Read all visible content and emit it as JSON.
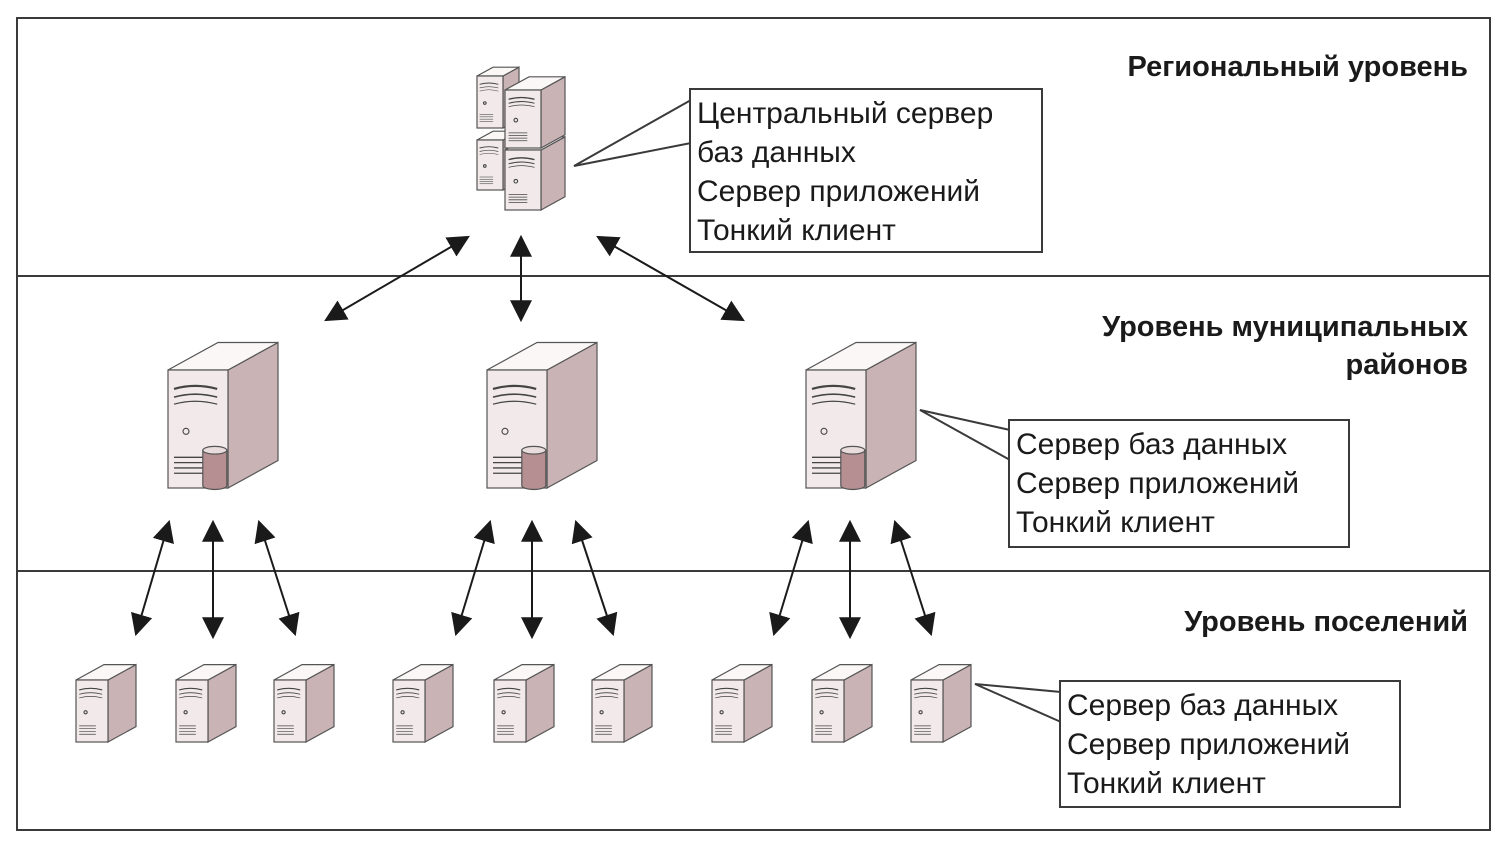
{
  "levels": {
    "regional": {
      "title": "Региональный уровень"
    },
    "municipal": {
      "title_line1": "Уровень муниципальных",
      "title_line2": "районов"
    },
    "settlement": {
      "title": "Уровень поселений"
    }
  },
  "callouts": {
    "central": [
      "Центральный сервер",
      "баз данных",
      "Сервер приложений",
      "Тонкий клиент"
    ],
    "municipal": [
      "Сервер баз данных",
      "Сервер приложений",
      "Тонкий клиент"
    ],
    "settlement": [
      "Сервер баз данных",
      "Сервер приложений",
      "Тонкий клиент"
    ]
  },
  "colors": {
    "server_front": "#f2eaea",
    "server_side": "#c9b3b5",
    "server_top": "#fbf7f7",
    "db_cylinder": "#b58f92",
    "line": "#1a1a1a"
  }
}
